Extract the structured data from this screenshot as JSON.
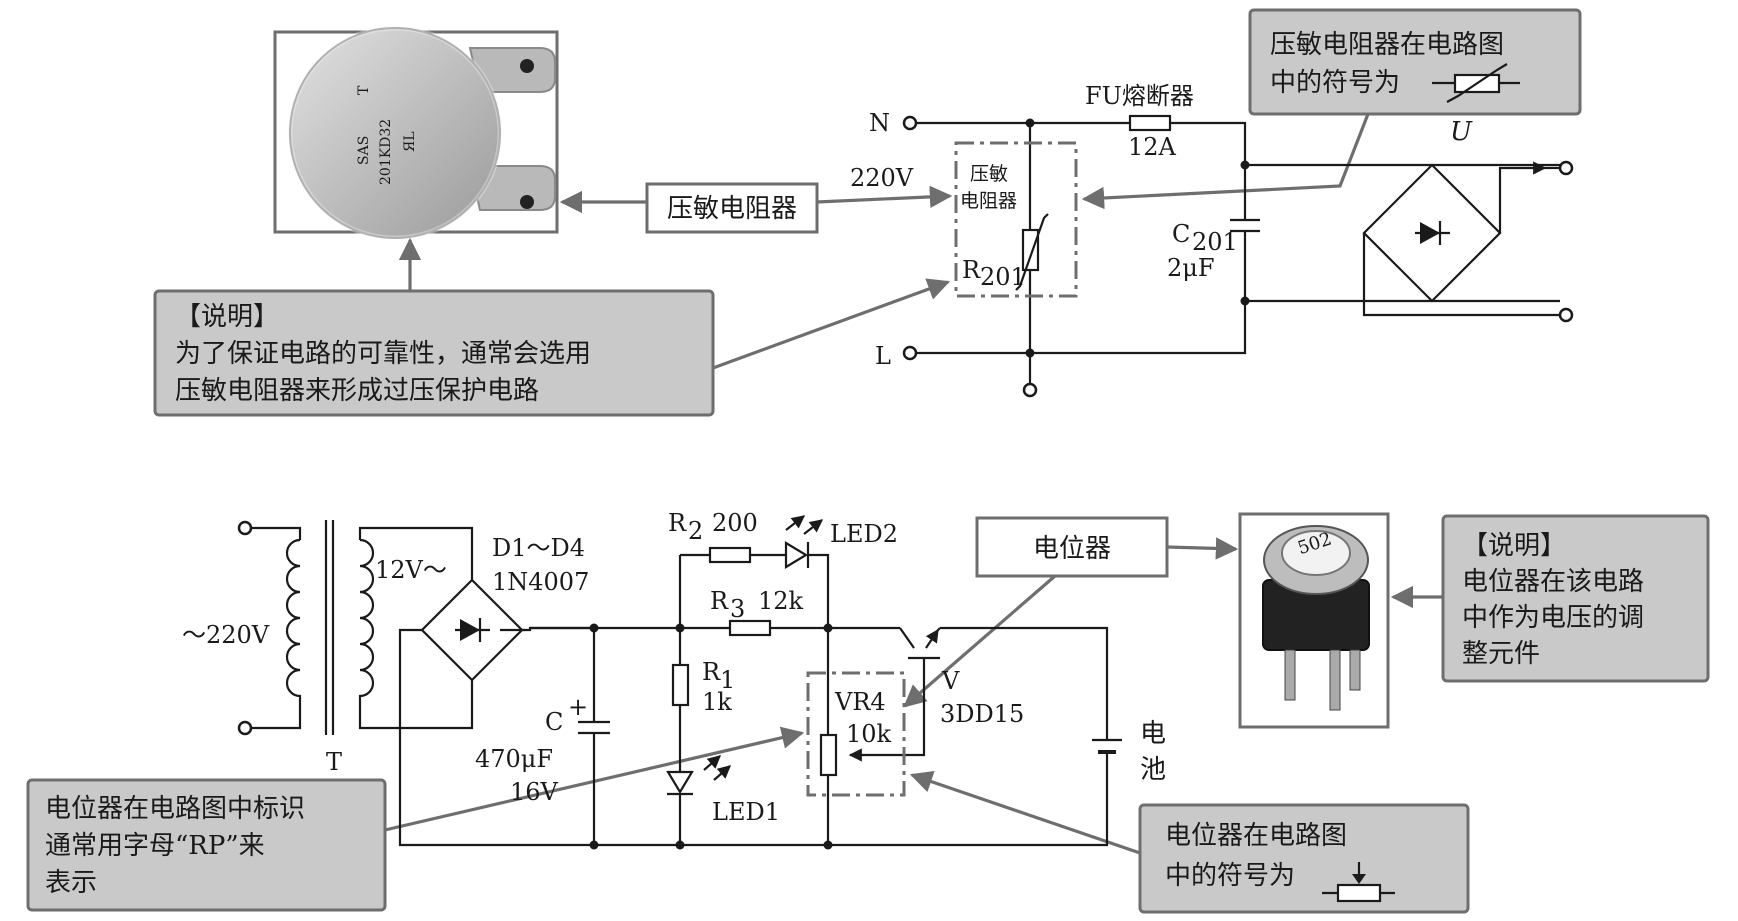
{
  "top": {
    "label_box": "压敏电阻器",
    "note": {
      "title": "【说明】",
      "line1": "为了保证电路的可靠性，通常会选用",
      "line2": "压敏电阻器来形成过压保护电路"
    },
    "symbol_callout": {
      "line1": "压敏电阻器在电路图",
      "line2": "中的符号为",
      "symbol_letter": "U"
    },
    "photo_marks": {
      "line1": "SAS",
      "line2": "201KD32",
      "line3": "T",
      "line4": "ЯL"
    },
    "circuit": {
      "terminal_n": "N",
      "terminal_l": "L",
      "voltage": "220V",
      "fuse_label": "FU熔断器",
      "fuse_rating": "12A",
      "varistor_label_1": "压敏",
      "varistor_label_2": "电阻器",
      "varistor_ref": "R",
      "varistor_ref_sub": "201",
      "cap_ref": "C",
      "cap_ref_sub": "201",
      "cap_value": "2μF"
    }
  },
  "bottom": {
    "label_box": "电位器",
    "note": {
      "title": "【说明】",
      "line1": "电位器在该电路",
      "line2": "中作为电压的调",
      "line3": "整元件"
    },
    "rp_callout": {
      "line1": "电位器在电路图中标识",
      "line2": "通常用字母“RP”来",
      "line3": "表示"
    },
    "symbol_callout": {
      "line1": "电位器在电路图",
      "line2": "中的符号为"
    },
    "photo_mark": "502",
    "circuit": {
      "input": "～220V",
      "secondary": "12V～",
      "transformer": "T",
      "diodes": "D1～D4",
      "diode_type": "1N4007",
      "cap_ref": "C",
      "cap_plus": "+",
      "cap_value": "470μF",
      "cap_voltage": "16V",
      "r2_ref": "R",
      "r2_sub": "2",
      "r2_value": "200",
      "led2": "LED2",
      "r3_ref": "R",
      "r3_sub": "3",
      "r3_value": "12k",
      "r1_ref": "R",
      "r1_sub": "1",
      "r1_value": "1k",
      "led1": "LED1",
      "vr_ref": "VR4",
      "vr_value": "10k",
      "transistor_ref": "V",
      "transistor_type": "3DD15",
      "battery_1": "电",
      "battery_2": "池"
    }
  }
}
